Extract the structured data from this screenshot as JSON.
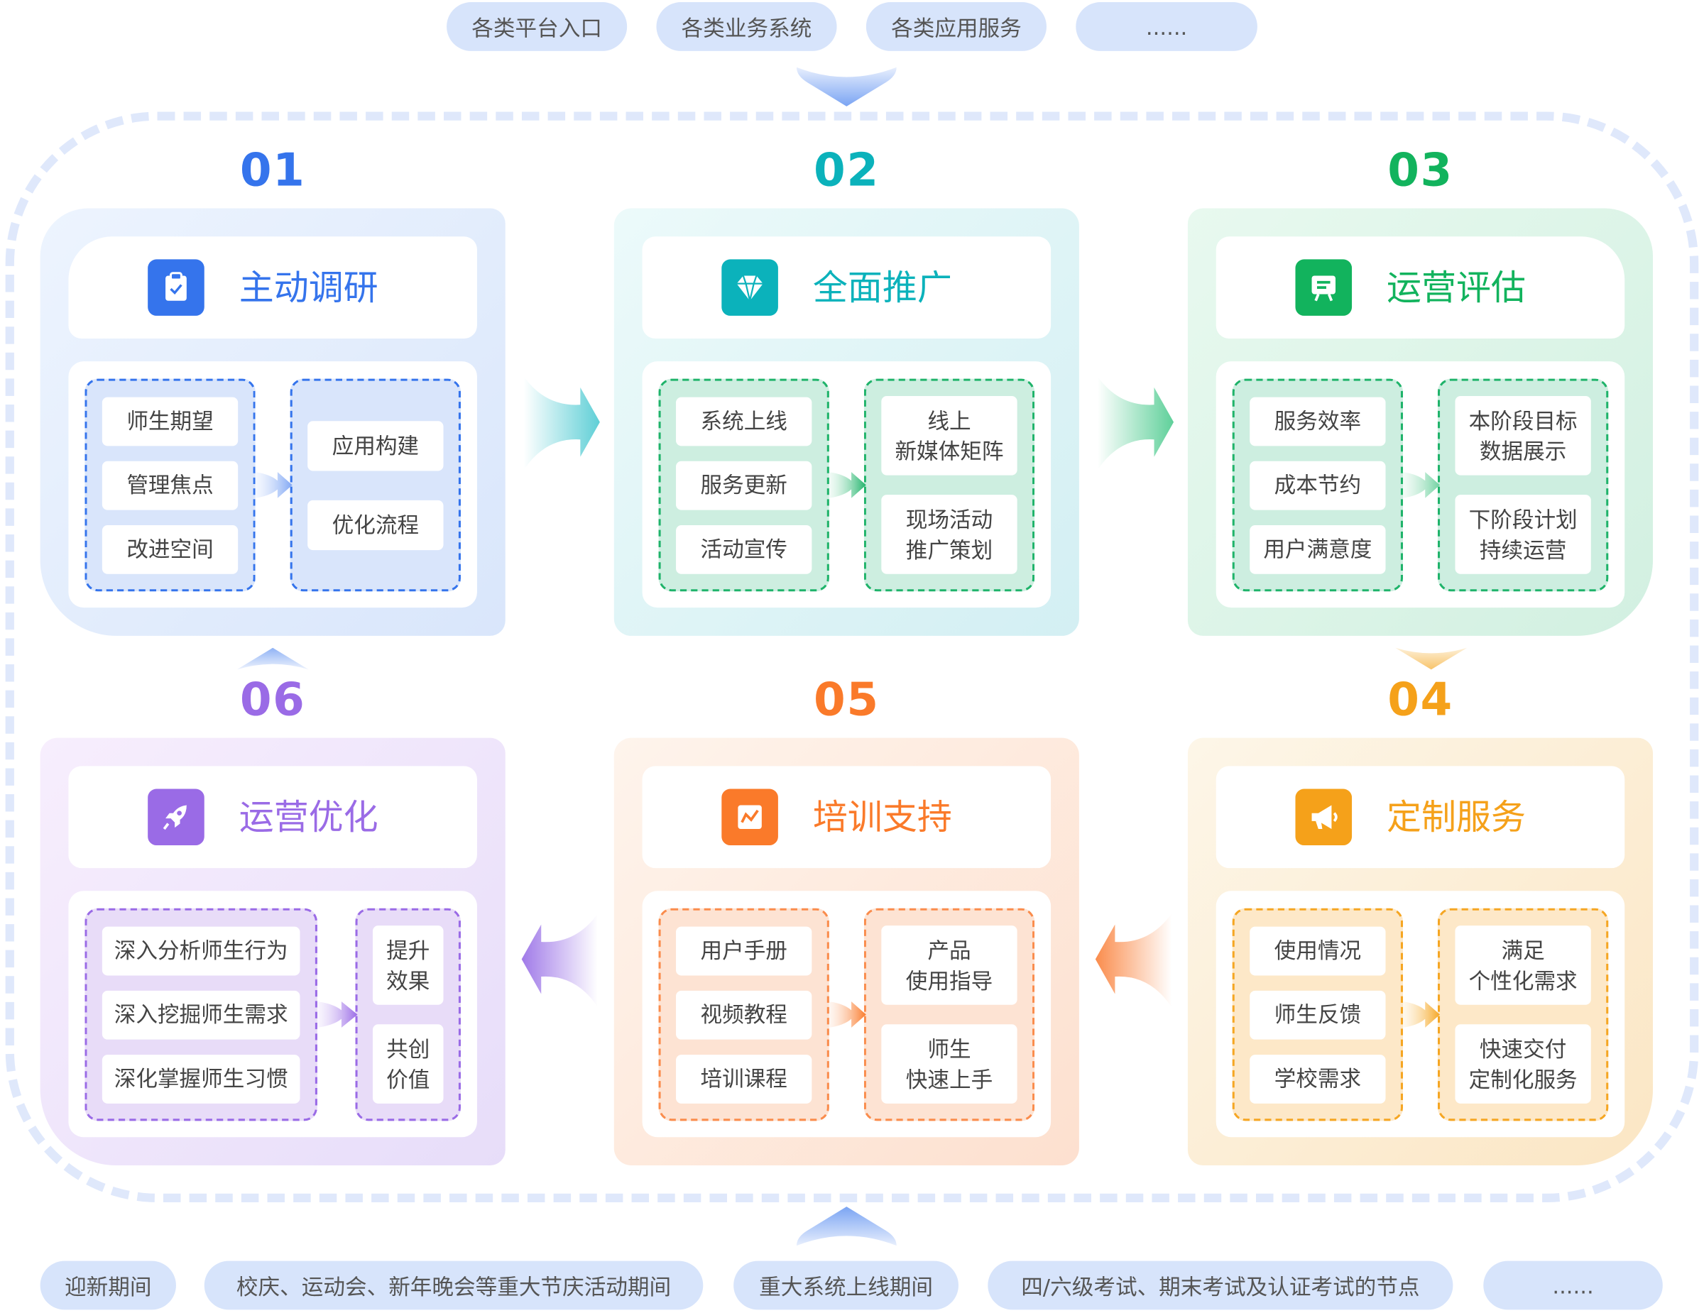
{
  "top_sources": [
    "各类平台入口",
    "各类业务系统",
    "各类应用服务",
    "......"
  ],
  "bottom_periods": [
    "迎新期间",
    "校庆、运动会、新年晚会等重大节庆活动期间",
    "重大系统上线期间",
    "四/六级考试、期末考试及认证考试的节点",
    "......"
  ],
  "cards": [
    {
      "number": "01",
      "title": "主动调研",
      "icon": "clipboard-check-icon",
      "accent": "#3574ec",
      "left_items": [
        "师生期望",
        "管理焦点",
        "改进空间"
      ],
      "right_items": [
        "应用构建",
        "优化流程"
      ]
    },
    {
      "number": "02",
      "title": "全面推广",
      "icon": "diamond-icon",
      "accent": "#0bb2bb",
      "left_items": [
        "系统上线",
        "服务更新",
        "活动宣传"
      ],
      "right_items": [
        "线上\n新媒体矩阵",
        "现场活动\n推广策划"
      ]
    },
    {
      "number": "03",
      "title": "运营评估",
      "icon": "presentation-board-icon",
      "accent": "#12b35d",
      "left_items": [
        "服务效率",
        "成本节约",
        "用户满意度"
      ],
      "right_items": [
        "本阶段目标\n数据展示",
        "下阶段计划\n持续运营"
      ]
    },
    {
      "number": "04",
      "title": "定制服务",
      "icon": "megaphone-icon",
      "accent": "#f5a11a",
      "left_items": [
        "使用情况",
        "师生反馈",
        "学校需求"
      ],
      "right_items": [
        "满足\n个性化需求",
        "快速交付\n定制化服务"
      ]
    },
    {
      "number": "05",
      "title": "培训支持",
      "icon": "chart-line-icon",
      "accent": "#fa7a2a",
      "left_items": [
        "用户手册",
        "视频教程",
        "培训课程"
      ],
      "right_items": [
        "产品\n使用指导",
        "师生\n快速上手"
      ]
    },
    {
      "number": "06",
      "title": "运营优化",
      "icon": "rocket-icon",
      "accent": "#9a6be6",
      "left_items": [
        "深入分析师生行为",
        "深入挖掘师生需求",
        "深化掌握师生习惯"
      ],
      "right_items": [
        "提升\n效果",
        "共创\n价值"
      ]
    }
  ]
}
